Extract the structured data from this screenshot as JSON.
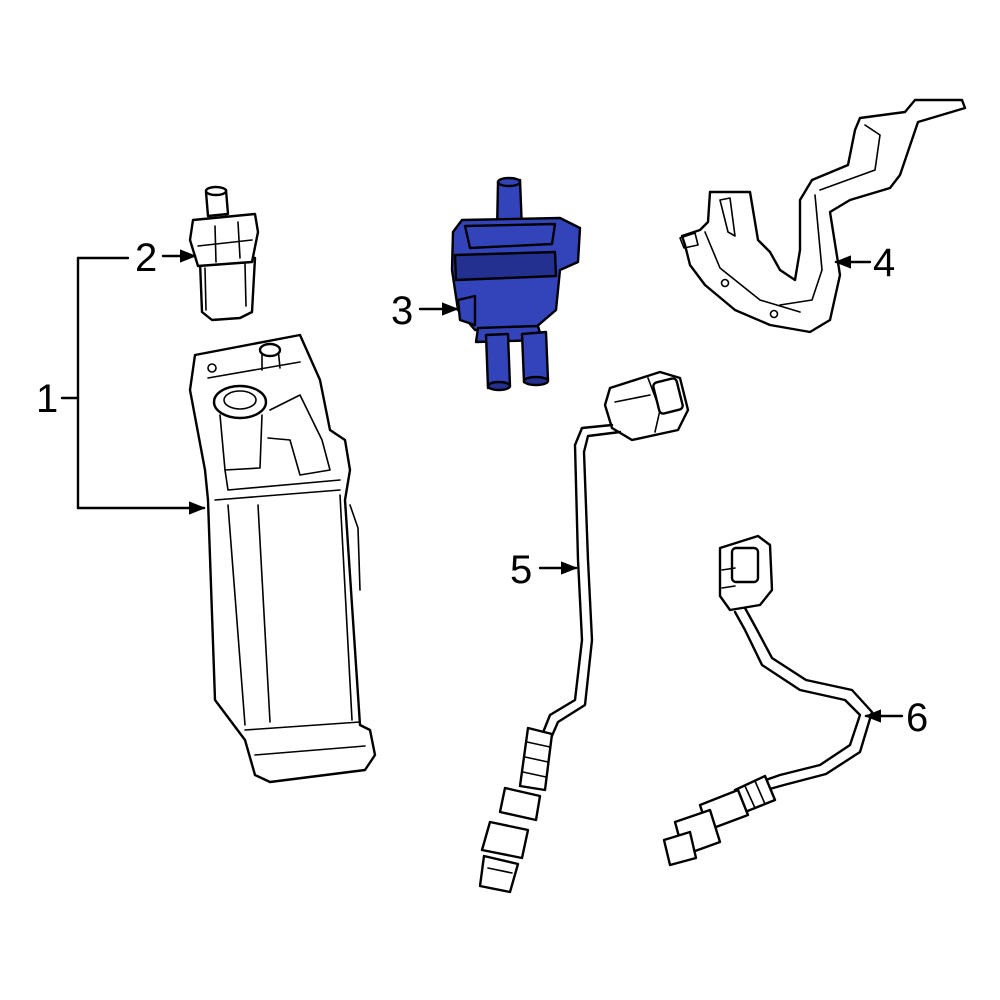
{
  "diagram": {
    "highlight_color": "#3344bb",
    "highlight_dark": "#24308f",
    "callouts": [
      {
        "number": "1",
        "part": "vapor-canister"
      },
      {
        "number": "2",
        "part": "canister-valve"
      },
      {
        "number": "3",
        "part": "purge-solenoid"
      },
      {
        "number": "4",
        "part": "mounting-bracket"
      },
      {
        "number": "5",
        "part": "oxygen-sensor-upstream"
      },
      {
        "number": "6",
        "part": "oxygen-sensor-downstream"
      }
    ],
    "highlighted_part": "3"
  }
}
